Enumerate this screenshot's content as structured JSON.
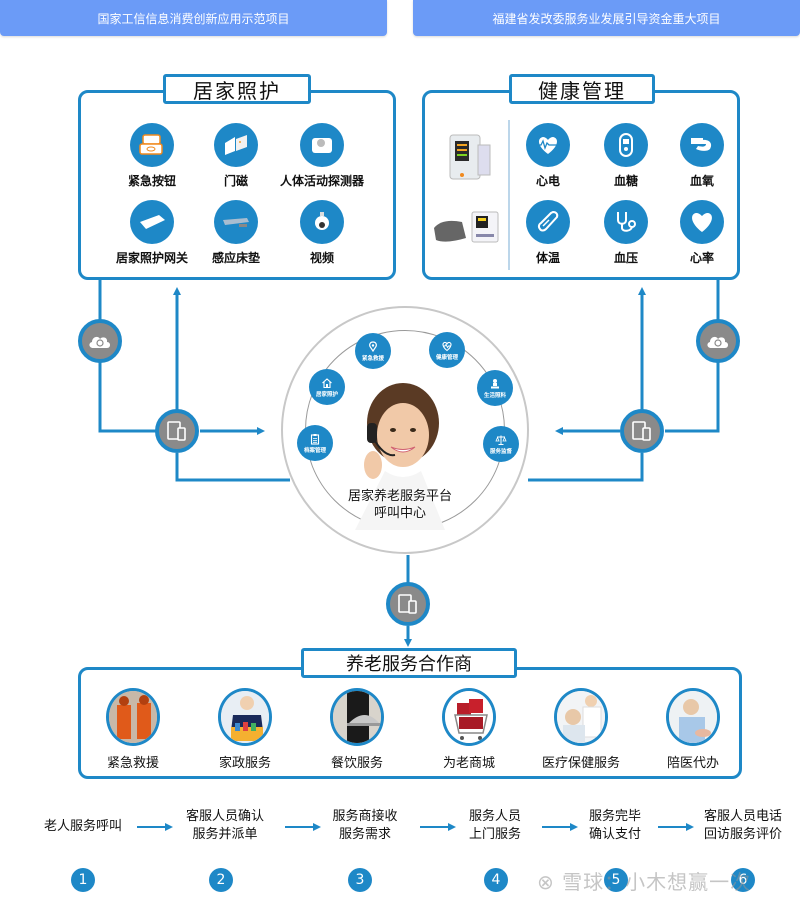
{
  "banners": {
    "left": "国家工信信息消费创新应用示范项目",
    "right": "福建省发改委服务业发展引导资金重大项目"
  },
  "home_care": {
    "title": "居家照护",
    "items": [
      {
        "label": "紧急按钮",
        "icon": "emergency-button-icon"
      },
      {
        "label": "门磁",
        "icon": "door-sensor-icon"
      },
      {
        "label": "人体活动探测器",
        "icon": "motion-detector-icon"
      },
      {
        "label": "居家照护网关",
        "icon": "gateway-icon"
      },
      {
        "label": "感应床垫",
        "icon": "sensor-mattress-icon"
      },
      {
        "label": "视频",
        "icon": "camera-icon"
      }
    ]
  },
  "health_mgmt": {
    "title": "健康管理",
    "devices": [
      "patient-monitor",
      "blood-pressure-monitor"
    ],
    "items": [
      {
        "label": "心电",
        "icon": "ecg-heart-icon"
      },
      {
        "label": "血糖",
        "icon": "glucose-meter-icon"
      },
      {
        "label": "血氧",
        "icon": "oximeter-icon"
      },
      {
        "label": "体温",
        "icon": "thermometer-icon"
      },
      {
        "label": "血压",
        "icon": "stethoscope-icon"
      },
      {
        "label": "心率",
        "icon": "heart-icon"
      }
    ]
  },
  "hub": {
    "title_line1": "居家养老服务平台",
    "title_line2": "呼叫中心",
    "satellites": [
      {
        "label": "紧急救援",
        "icon": "location-pin-icon"
      },
      {
        "label": "健康管理",
        "icon": "heartbeat-icon"
      },
      {
        "label": "居家照护",
        "icon": "house-icon"
      },
      {
        "label": "生活照料",
        "icon": "chef-icon"
      },
      {
        "label": "档案管理",
        "icon": "clipboard-icon"
      },
      {
        "label": "服务监督",
        "icon": "scales-icon"
      }
    ]
  },
  "connectors": {
    "cloud": "cloud-sync-icon",
    "devices": "tablet-phone-icon"
  },
  "partners": {
    "title": "养老服务合作商",
    "items": [
      {
        "label": "紧急救援"
      },
      {
        "label": "家政服务"
      },
      {
        "label": "餐饮服务"
      },
      {
        "label": "为老商城"
      },
      {
        "label": "医疗保健服务"
      },
      {
        "label": "陪医代办"
      }
    ]
  },
  "flow": {
    "steps": [
      {
        "line1": "老人服务呼叫",
        "line2": "",
        "num": "1"
      },
      {
        "line1": "客服人员确认",
        "line2": "服务并派单",
        "num": "2"
      },
      {
        "line1": "服务商接收",
        "line2": "服务需求",
        "num": "3"
      },
      {
        "line1": "服务人员",
        "line2": "上门服务",
        "num": "4"
      },
      {
        "line1": "服务完毕",
        "line2": "确认支付",
        "num": "5"
      },
      {
        "line1": "客服人员电话",
        "line2": "回访服务评价",
        "num": "6"
      }
    ]
  },
  "watermark": "雪球：小木想赢一次",
  "colors": {
    "accent": "#1e88c7",
    "banner": "#6b9bf7",
    "node_gray": "#8a8a8a"
  }
}
